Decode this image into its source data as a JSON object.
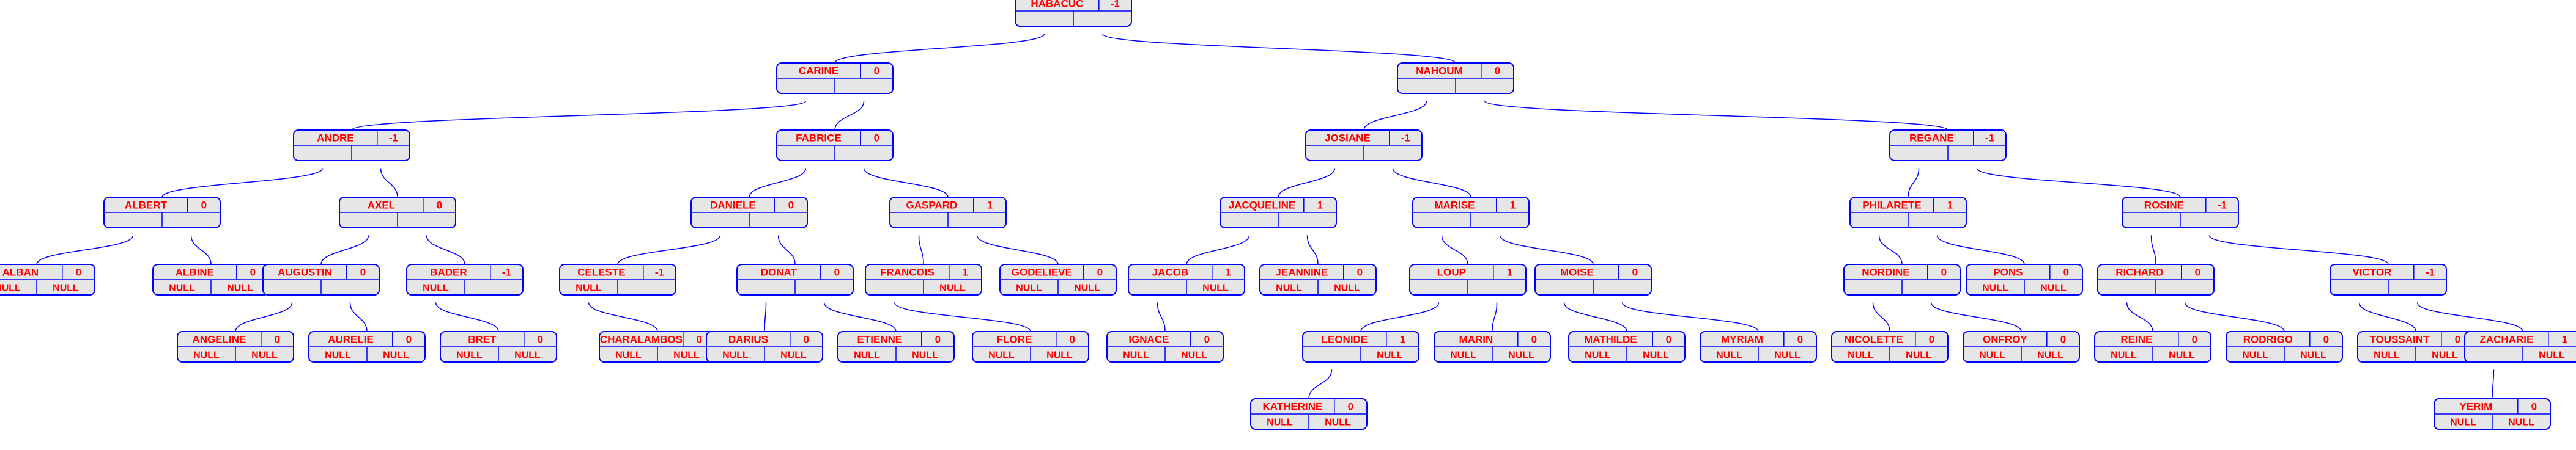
{
  "tree": {
    "nodes": [
      {
        "id": "habacuc",
        "name": "HABACUC",
        "balance": "-1",
        "left": "",
        "right": ""
      },
      {
        "id": "carine",
        "name": "CARINE",
        "balance": "0",
        "left": "",
        "right": ""
      },
      {
        "id": "nahoum",
        "name": "NAHOUM",
        "balance": "0",
        "left": "",
        "right": ""
      },
      {
        "id": "andre",
        "name": "ANDRE",
        "balance": "-1",
        "left": "",
        "right": ""
      },
      {
        "id": "fabrice",
        "name": "FABRICE",
        "balance": "0",
        "left": "",
        "right": ""
      },
      {
        "id": "josiane",
        "name": "JOSIANE",
        "balance": "-1",
        "left": "",
        "right": ""
      },
      {
        "id": "regane",
        "name": "REGANE",
        "balance": "-1",
        "left": "",
        "right": ""
      },
      {
        "id": "albert",
        "name": "ALBERT",
        "balance": "0",
        "left": "",
        "right": ""
      },
      {
        "id": "axel",
        "name": "AXEL",
        "balance": "0",
        "left": "",
        "right": ""
      },
      {
        "id": "daniele",
        "name": "DANIELE",
        "balance": "0",
        "left": "",
        "right": ""
      },
      {
        "id": "gaspard",
        "name": "GASPARD",
        "balance": "1",
        "left": "",
        "right": ""
      },
      {
        "id": "jacqueline",
        "name": "JACQUELINE",
        "balance": "1",
        "left": "",
        "right": ""
      },
      {
        "id": "marise",
        "name": "MARISE",
        "balance": "1",
        "left": "",
        "right": ""
      },
      {
        "id": "philarete",
        "name": "PHILARETE",
        "balance": "1",
        "left": "",
        "right": ""
      },
      {
        "id": "rosine",
        "name": "ROSINE",
        "balance": "-1",
        "left": "",
        "right": ""
      },
      {
        "id": "alban",
        "name": "ALBAN",
        "balance": "0",
        "left": "NULL",
        "right": "NULL"
      },
      {
        "id": "albine",
        "name": "ALBINE",
        "balance": "0",
        "left": "NULL",
        "right": "NULL"
      },
      {
        "id": "augustin",
        "name": "AUGUSTIN",
        "balance": "0",
        "left": "",
        "right": ""
      },
      {
        "id": "bader",
        "name": "BADER",
        "balance": "-1",
        "left": "NULL",
        "right": ""
      },
      {
        "id": "celeste",
        "name": "CELESTE",
        "balance": "-1",
        "left": "NULL",
        "right": ""
      },
      {
        "id": "donat",
        "name": "DONAT",
        "balance": "0",
        "left": "",
        "right": ""
      },
      {
        "id": "francois",
        "name": "FRANCOIS",
        "balance": "1",
        "left": "",
        "right": "NULL"
      },
      {
        "id": "godelieve",
        "name": "GODELIEVE",
        "balance": "0",
        "left": "NULL",
        "right": "NULL"
      },
      {
        "id": "jacob",
        "name": "JACOB",
        "balance": "1",
        "left": "",
        "right": "NULL"
      },
      {
        "id": "jeannine",
        "name": "JEANNINE",
        "balance": "0",
        "left": "NULL",
        "right": "NULL"
      },
      {
        "id": "loup",
        "name": "LOUP",
        "balance": "1",
        "left": "",
        "right": ""
      },
      {
        "id": "moise",
        "name": "MOISE",
        "balance": "0",
        "left": "",
        "right": ""
      },
      {
        "id": "nordine",
        "name": "NORDINE",
        "balance": "0",
        "left": "",
        "right": ""
      },
      {
        "id": "pons",
        "name": "PONS",
        "balance": "0",
        "left": "NULL",
        "right": "NULL"
      },
      {
        "id": "richard",
        "name": "RICHARD",
        "balance": "0",
        "left": "",
        "right": ""
      },
      {
        "id": "victor",
        "name": "VICTOR",
        "balance": "-1",
        "left": "",
        "right": ""
      },
      {
        "id": "angeline",
        "name": "ANGELINE",
        "balance": "0",
        "left": "NULL",
        "right": "NULL"
      },
      {
        "id": "aurelie",
        "name": "AURELIE",
        "balance": "0",
        "left": "NULL",
        "right": "NULL"
      },
      {
        "id": "bret",
        "name": "BRET",
        "balance": "0",
        "left": "NULL",
        "right": "NULL"
      },
      {
        "id": "charalambos",
        "name": "CHARALAMBOS",
        "balance": "0",
        "left": "NULL",
        "right": "NULL"
      },
      {
        "id": "darius",
        "name": "DARIUS",
        "balance": "0",
        "left": "NULL",
        "right": "NULL"
      },
      {
        "id": "etienne",
        "name": "ETIENNE",
        "balance": "0",
        "left": "NULL",
        "right": "NULL"
      },
      {
        "id": "flore",
        "name": "FLORE",
        "balance": "0",
        "left": "NULL",
        "right": "NULL"
      },
      {
        "id": "ignace",
        "name": "IGNACE",
        "balance": "0",
        "left": "NULL",
        "right": "NULL"
      },
      {
        "id": "leonide",
        "name": "LEONIDE",
        "balance": "1",
        "left": "",
        "right": "NULL"
      },
      {
        "id": "marin",
        "name": "MARIN",
        "balance": "0",
        "left": "NULL",
        "right": "NULL"
      },
      {
        "id": "mathilde",
        "name": "MATHILDE",
        "balance": "0",
        "left": "NULL",
        "right": "NULL"
      },
      {
        "id": "myriam",
        "name": "MYRIAM",
        "balance": "0",
        "left": "NULL",
        "right": "NULL"
      },
      {
        "id": "nicolette",
        "name": "NICOLETTE",
        "balance": "0",
        "left": "NULL",
        "right": "NULL"
      },
      {
        "id": "onfroy",
        "name": "ONFROY",
        "balance": "0",
        "left": "NULL",
        "right": "NULL"
      },
      {
        "id": "reine",
        "name": "REINE",
        "balance": "0",
        "left": "NULL",
        "right": "NULL"
      },
      {
        "id": "rodrigo",
        "name": "RODRIGO",
        "balance": "0",
        "left": "NULL",
        "right": "NULL"
      },
      {
        "id": "toussaint",
        "name": "TOUSSAINT",
        "balance": "0",
        "left": "NULL",
        "right": "NULL"
      },
      {
        "id": "zacharie",
        "name": "ZACHARIE",
        "balance": "1",
        "left": "",
        "right": "NULL"
      },
      {
        "id": "katherine",
        "name": "KATHERINE",
        "balance": "0",
        "left": "NULL",
        "right": "NULL"
      },
      {
        "id": "yerim",
        "name": "YERIM",
        "balance": "0",
        "left": "NULL",
        "right": "NULL"
      }
    ],
    "edges": [
      [
        "habacuc",
        "carine"
      ],
      [
        "habacuc",
        "nahoum"
      ],
      [
        "carine",
        "andre"
      ],
      [
        "carine",
        "fabrice"
      ],
      [
        "nahoum",
        "josiane"
      ],
      [
        "nahoum",
        "regane"
      ],
      [
        "andre",
        "albert"
      ],
      [
        "andre",
        "axel"
      ],
      [
        "fabrice",
        "daniele"
      ],
      [
        "fabrice",
        "gaspard"
      ],
      [
        "josiane",
        "jacqueline"
      ],
      [
        "josiane",
        "marise"
      ],
      [
        "regane",
        "philarete"
      ],
      [
        "regane",
        "rosine"
      ],
      [
        "albert",
        "alban"
      ],
      [
        "albert",
        "albine"
      ],
      [
        "axel",
        "augustin"
      ],
      [
        "axel",
        "bader"
      ],
      [
        "daniele",
        "celeste"
      ],
      [
        "daniele",
        "donat"
      ],
      [
        "gaspard",
        "francois"
      ],
      [
        "gaspard",
        "godelieve"
      ],
      [
        "jacqueline",
        "jacob"
      ],
      [
        "jacqueline",
        "jeannine"
      ],
      [
        "marise",
        "loup"
      ],
      [
        "marise",
        "moise"
      ],
      [
        "philarete",
        "nordine"
      ],
      [
        "philarete",
        "pons"
      ],
      [
        "rosine",
        "richard"
      ],
      [
        "rosine",
        "victor"
      ],
      [
        "augustin",
        "angeline"
      ],
      [
        "augustin",
        "aurelie"
      ],
      [
        "bader",
        "bret"
      ],
      [
        "celeste",
        "charalambos"
      ],
      [
        "donat",
        "darius"
      ],
      [
        "donat",
        "etienne"
      ],
      [
        "francois",
        "flore"
      ],
      [
        "jacob",
        "ignace"
      ],
      [
        "loup",
        "leonide"
      ],
      [
        "loup",
        "marin"
      ],
      [
        "moise",
        "mathilde"
      ],
      [
        "moise",
        "myriam"
      ],
      [
        "nordine",
        "nicolette"
      ],
      [
        "nordine",
        "onfroy"
      ],
      [
        "richard",
        "reine"
      ],
      [
        "richard",
        "rodrigo"
      ],
      [
        "victor",
        "toussaint"
      ],
      [
        "victor",
        "zacharie"
      ],
      [
        "leonide",
        "katherine"
      ],
      [
        "zacharie",
        "yerim"
      ]
    ]
  }
}
